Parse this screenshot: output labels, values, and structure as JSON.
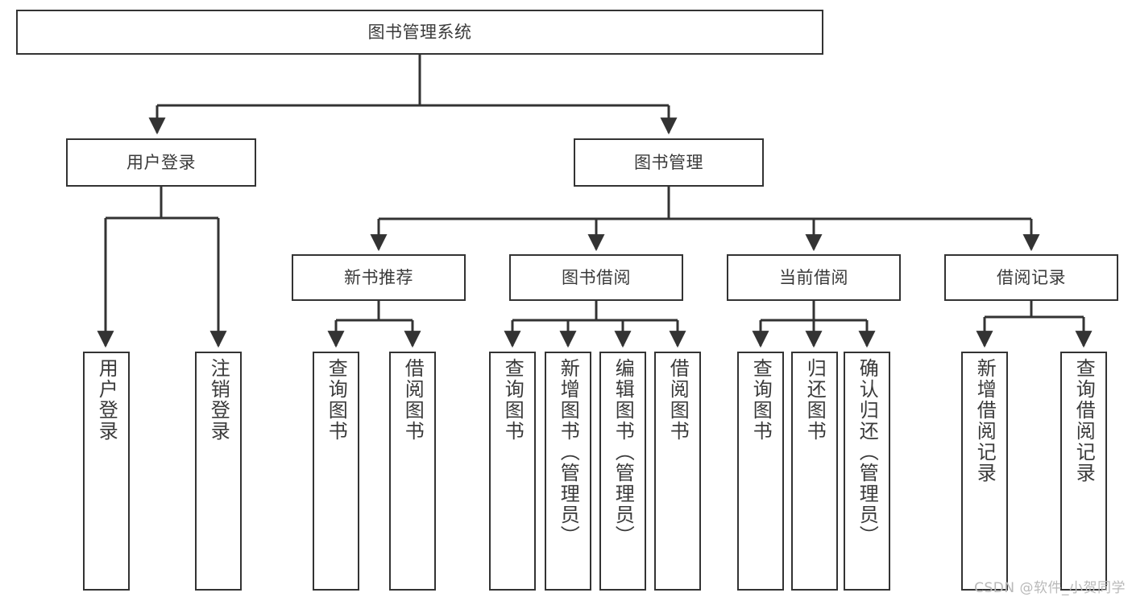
{
  "diagram": {
    "title": "图书管理系统",
    "type": "tree",
    "watermark": "CSDN @软件_小贺同学",
    "colors": {
      "box_border": "#333333",
      "box_fill": "#ffffff",
      "edge": "#333333",
      "text": "#3a3a3a",
      "watermark": "#b9b9b9",
      "background": "#ffffff"
    },
    "root": {
      "label": "图书管理系统"
    },
    "level1": [
      {
        "label": "用户登录"
      },
      {
        "label": "图书管理"
      }
    ],
    "level2": [
      {
        "label": "新书推荐"
      },
      {
        "label": "图书借阅"
      },
      {
        "label": "当前借阅"
      },
      {
        "label": "借阅记录"
      }
    ],
    "leaves": {
      "user_login": [
        {
          "label": "用户登录"
        },
        {
          "label": "注销登录"
        }
      ],
      "new_book_recommend": [
        {
          "label": "查询图书"
        },
        {
          "label": "借阅图书"
        }
      ],
      "book_borrow": [
        {
          "label": "查询图书"
        },
        {
          "label": "新增图书（管理员）"
        },
        {
          "label": "编辑图书（管理员）"
        },
        {
          "label": "借阅图书"
        }
      ],
      "current_borrow": [
        {
          "label": "查询图书"
        },
        {
          "label": "归还图书"
        },
        {
          "label": "确认归还（管理员）"
        }
      ],
      "borrow_record": [
        {
          "label": "新增借阅记录"
        },
        {
          "label": "查询借阅记录"
        }
      ]
    }
  }
}
